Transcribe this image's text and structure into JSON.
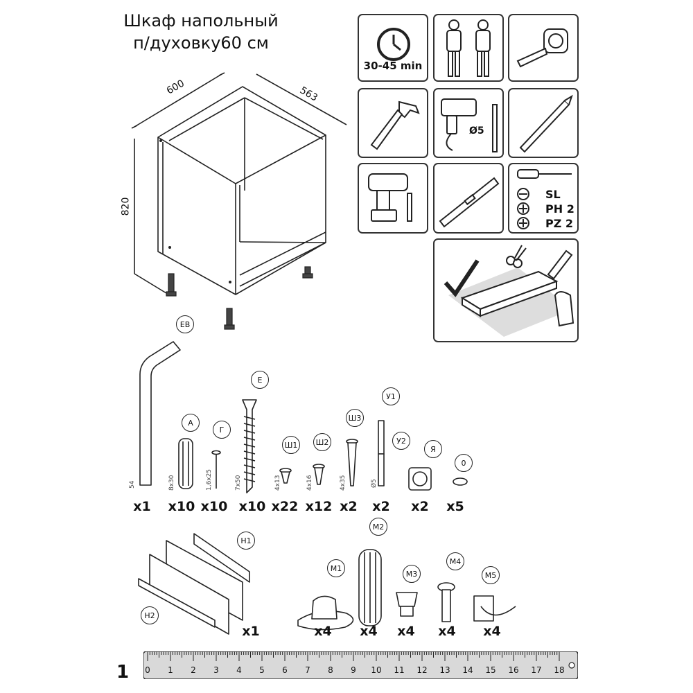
{
  "title": {
    "line1": "Шкаф напольный",
    "line2": "п/духовку60 см"
  },
  "dimensions": {
    "width": "600",
    "depth": "563",
    "height": "820"
  },
  "tools": {
    "time": "30-45 min",
    "drill_bit": "Ø5",
    "screwdriver_slot": "SL",
    "screwdriver_ph": "PH 2",
    "screwdriver_pz": "PZ 2"
  },
  "hardware": [
    {
      "id": "EB",
      "size": "54",
      "qty": "x1"
    },
    {
      "id": "A",
      "size": "8x30",
      "qty": "x10"
    },
    {
      "id": "Г",
      "size": "1,6x25",
      "qty": "x10"
    },
    {
      "id": "E",
      "size": "7x50",
      "qty": "x10"
    },
    {
      "id": "Ш1",
      "size": "4x13",
      "qty": "x22"
    },
    {
      "id": "Ш2",
      "size": "4x16",
      "qty": "x12"
    },
    {
      "id": "Ш3",
      "size": "4x35",
      "qty": "x2"
    },
    {
      "id": "У1",
      "size": "",
      "qty": ""
    },
    {
      "id": "У2",
      "size": "Ø5",
      "qty": "x2"
    },
    {
      "id": "Я",
      "size": "",
      "qty": "x2"
    },
    {
      "id": "0",
      "size": "",
      "qty": "x5"
    }
  ],
  "fittings": [
    {
      "id": "Н1",
      "qty": ""
    },
    {
      "id": "Н2",
      "qty": "x1"
    },
    {
      "id": "М1",
      "qty": "x4"
    },
    {
      "id": "М2",
      "qty": "x4"
    },
    {
      "id": "М3",
      "qty": "x4"
    },
    {
      "id": "М4",
      "qty": "x4"
    },
    {
      "id": "М5",
      "qty": "x4"
    }
  ],
  "ruler": {
    "numbers": [
      "0",
      "1",
      "2",
      "3",
      "4",
      "5",
      "6",
      "7",
      "8",
      "9",
      "10",
      "11",
      "12",
      "13",
      "14",
      "15",
      "16",
      "17",
      "18"
    ]
  },
  "page_number": "1",
  "colors": {
    "line": "#222222",
    "ruler_fill": "#d9d9d9"
  }
}
